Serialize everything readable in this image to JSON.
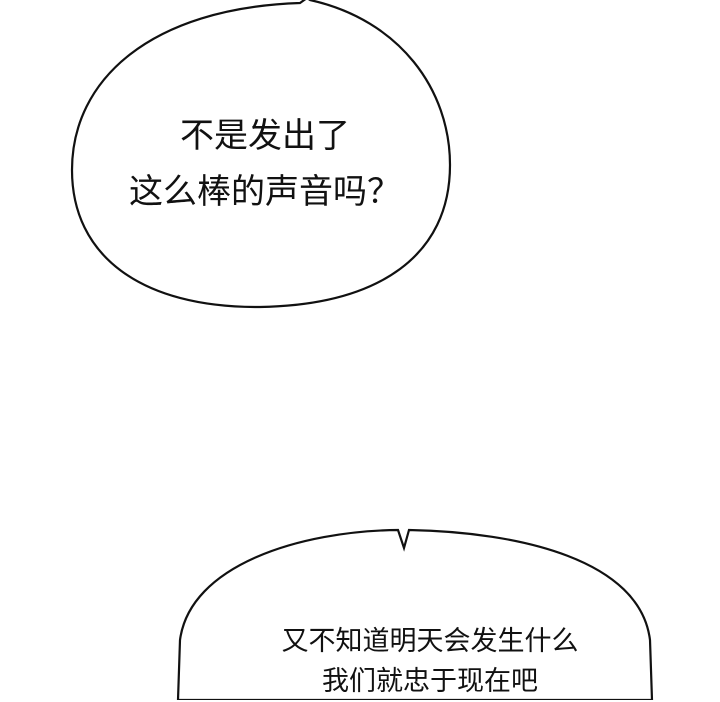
{
  "panel": {
    "background_color": "#ffffff",
    "stroke_color": "#111111"
  },
  "bubbles": [
    {
      "id": "bubble-1",
      "lines": [
        "不是发出了",
        "这么棒的声音吗？"
      ]
    },
    {
      "id": "bubble-2",
      "lines": [
        "又不知道明天会发生什么",
        "我们就忠于现在吧"
      ]
    }
  ]
}
